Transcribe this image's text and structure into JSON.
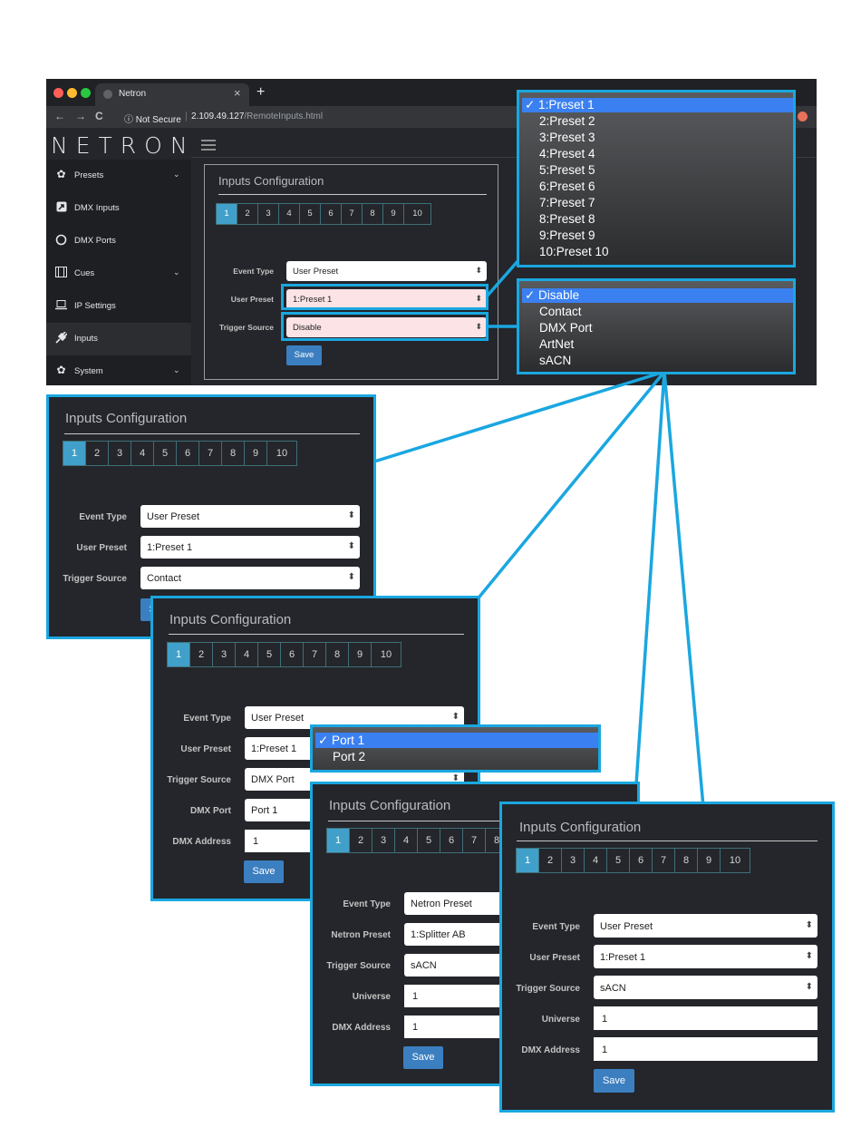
{
  "browser": {
    "tab_title": "Netron",
    "tab_close": "×",
    "new_tab": "+",
    "nav": {
      "back": "←",
      "forward": "→",
      "reload": "C"
    },
    "security": "ⓘ Not Secure",
    "url_sep": "|",
    "url_host": "2.109.49.127",
    "url_path": "/RemoteInputs.html",
    "traffic_colors": [
      "#fe5f57",
      "#febc2e",
      "#28c840"
    ]
  },
  "app": {
    "logo": "NETRON",
    "sidebar": [
      {
        "label": "Presets",
        "icon": "gear-icon",
        "chevron": "⌄"
      },
      {
        "label": "DMX Inputs",
        "icon": "input-icon"
      },
      {
        "label": "DMX Ports",
        "icon": "circle-icon"
      },
      {
        "label": "Cues",
        "icon": "film-icon",
        "chevron": "⌄"
      },
      {
        "label": "IP Settings",
        "icon": "laptop-icon"
      },
      {
        "label": "Inputs",
        "icon": "plug-icon"
      },
      {
        "label": "System",
        "icon": "gear-icon",
        "chevron": "⌄"
      }
    ]
  },
  "config": {
    "title": "Inputs Configuration",
    "tabs": [
      "1",
      "2",
      "3",
      "4",
      "5",
      "6",
      "7",
      "8",
      "9",
      "10"
    ],
    "labels": {
      "event_type": "Event Type",
      "user_preset": "User Preset",
      "netron_preset": "Netron Preset",
      "trigger_source": "Trigger Source",
      "dmx_port": "DMX Port",
      "dmx_address": "DMX Address",
      "universe": "Universe"
    },
    "save": "Save",
    "arrow": "⬍",
    "values": {
      "user_preset_event": "User Preset",
      "netron_preset_event": "Netron Preset",
      "preset1": "1:Preset 1",
      "splitter": "1:Splitter AB",
      "disable": "Disable",
      "contact": "Contact",
      "dmx_port": "DMX Port",
      "port1": "Port 1",
      "sacn": "sACN",
      "one": "1"
    }
  },
  "dropdowns": {
    "presets": [
      "✓ 1:Preset 1",
      "2:Preset 2",
      "3:Preset 3",
      "4:Preset 4",
      "5:Preset 5",
      "6:Preset 6",
      "7:Preset 7",
      "8:Preset 8",
      "9:Preset 9",
      "10:Preset 10"
    ],
    "triggers": [
      "✓ Disable",
      "Contact",
      "DMX Port",
      "ArtNet",
      "sACN"
    ],
    "ports": [
      "✓ Port 1",
      "Port 2"
    ]
  },
  "colors": {
    "highlight": "#1aa7e0",
    "active_tab": "#41a0c9",
    "button": "#3c7fc0",
    "selected_option": "#3b80f0"
  }
}
